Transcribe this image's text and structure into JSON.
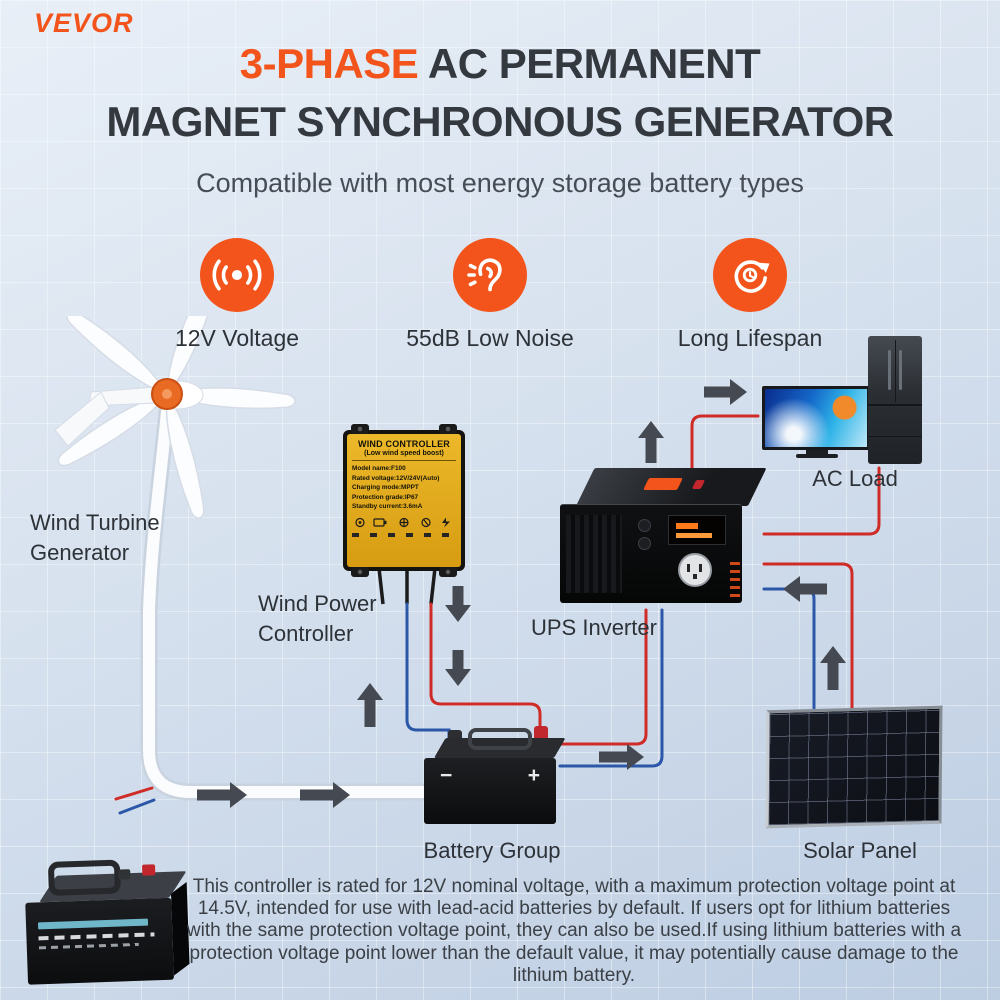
{
  "colors": {
    "accent": "#f2541b",
    "title": "#34383f",
    "label": "#2d3238",
    "arrow": "#454a52",
    "wire-red": "#cf2b27",
    "wire-blue": "#2b57a8",
    "bg-top": "#e9eff7",
    "bg-bottom": "#bdcde2"
  },
  "brand": {
    "logo": "VEVOR"
  },
  "header": {
    "title_accent": "3-PHASE",
    "title_line1_rest": " AC PERMANENT",
    "title_line2": "MAGNET SYNCHRONOUS GENERATOR",
    "subtitle": "Compatible with most energy storage battery types"
  },
  "features": [
    {
      "icon": "signal-voltage-icon",
      "label": "12V Voltage"
    },
    {
      "icon": "ear-noise-icon",
      "label": "55dB Low Noise"
    },
    {
      "icon": "lifespan-cycle-icon",
      "label": "Long Lifespan"
    }
  ],
  "controller": {
    "title": "WIND CONTROLLER",
    "subtitle": "(Low wind speed boost)",
    "specs": [
      "Model name:F100",
      "Rated voltage:12V/24V(Auto)",
      "Charging mode:MPPT",
      "Protection grade:IP67",
      "Standby current:3.6mA"
    ]
  },
  "battery": {
    "minus": "−",
    "plus": "+"
  },
  "diagram_labels": {
    "wind_turbine": "Wind Turbine\nGenerator",
    "controller": "Wind Power\nController",
    "ups": "UPS Inverter",
    "ac_load": "AC Load",
    "battery": "Battery Group",
    "solar": "Solar Panel"
  },
  "footer": {
    "note": "This controller is rated for 12V nominal voltage, with a maximum protection voltage point at 14.5V, intended for use with lead-acid batteries by default. If users opt for lithium batteries with the same protection voltage point, they can also be used.If using lithium batteries with a protection voltage point lower than the default value, it may potentially cause damage to the lithium battery."
  }
}
